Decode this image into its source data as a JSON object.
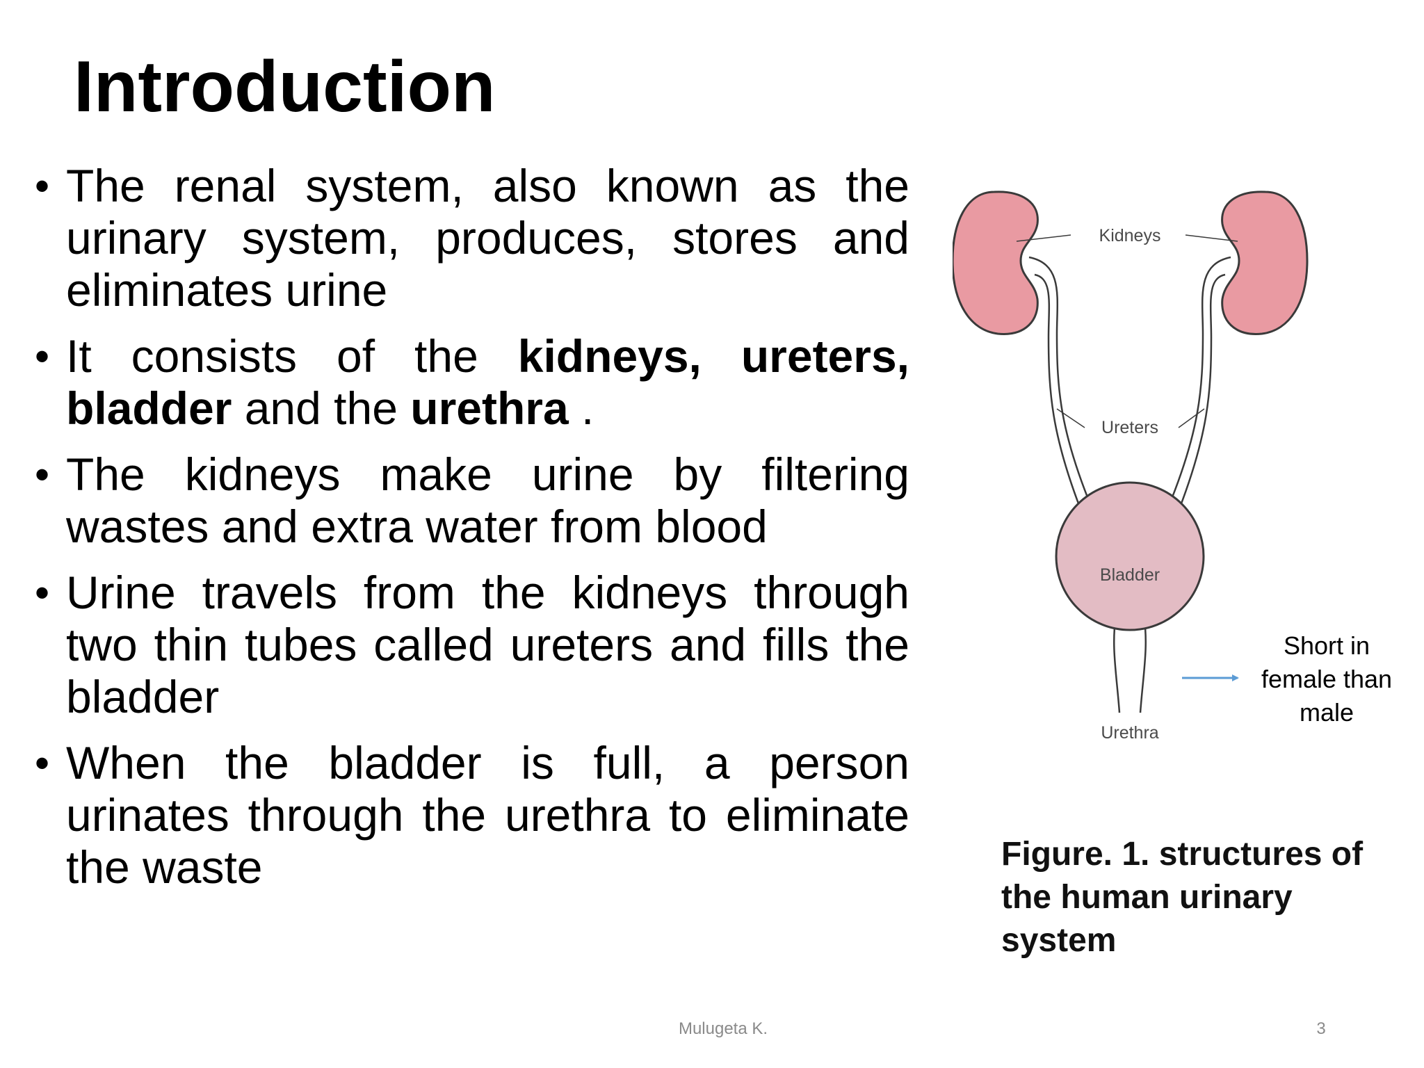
{
  "slide": {
    "title": "Introduction",
    "bullets": [
      {
        "segments": [
          {
            "text": "The renal  system, also known as the urinary system, produces, stores and eliminates urine",
            "bold": false
          }
        ]
      },
      {
        "segments": [
          {
            "text": "It consists of the ",
            "bold": false
          },
          {
            "text": "kidneys, ureters, bladder",
            "bold": true
          },
          {
            "text": " and the ",
            "bold": false
          },
          {
            "text": "urethra",
            "bold": true
          },
          {
            "text": " .",
            "bold": false
          }
        ]
      },
      {
        "segments": [
          {
            "text": "The kidneys make urine by filtering wastes and extra water from blood",
            "bold": false
          }
        ]
      },
      {
        "segments": [
          {
            "text": "Urine travels from the kidneys through two thin tubes called ureters and fills the bladder",
            "bold": false
          }
        ]
      },
      {
        "segments": [
          {
            "text": "When the bladder is full, a person urinates through the urethra to eliminate the waste",
            "bold": false
          }
        ]
      }
    ],
    "bullet_symbol": "•"
  },
  "diagram": {
    "labels": {
      "kidneys": "Kidneys",
      "ureters": "Ureters",
      "bladder": "Bladder",
      "urethra": "Urethra"
    },
    "note_lines": [
      "Short in",
      "female than",
      "male"
    ],
    "colors": {
      "kidney_fill": "#e99aa2",
      "bladder_fill": "#e3bcc4",
      "outline": "#3a3a3a",
      "arrow": "#5b9bd5"
    }
  },
  "figure": {
    "caption": "Figure. 1. structures of the human urinary system"
  },
  "footer": {
    "author": "Mulugeta K.",
    "page_number": "3"
  }
}
